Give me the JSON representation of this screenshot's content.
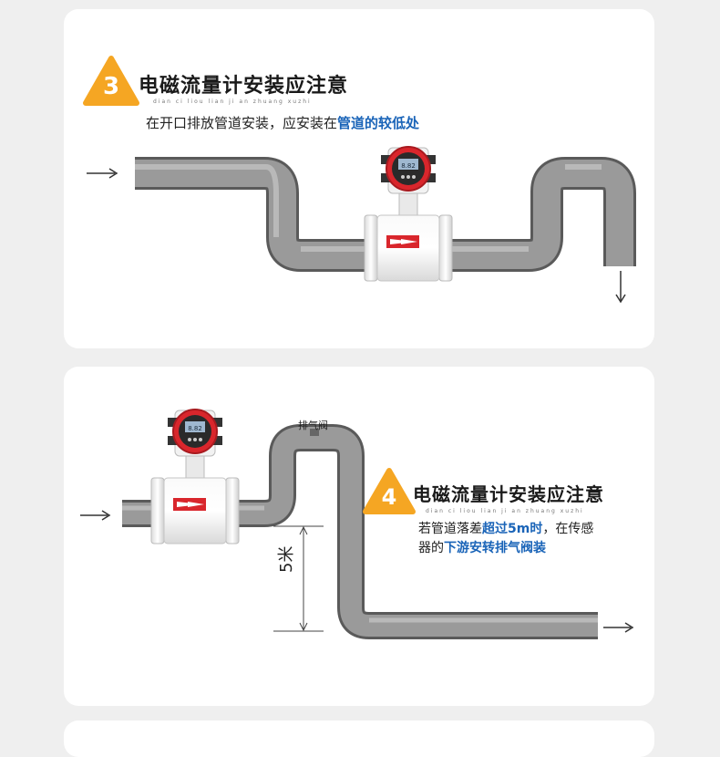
{
  "section3": {
    "badge": "3",
    "title": "电磁流量计安装应注意",
    "pinyin": "dian ci liou lian ji an zhuang xuzhi",
    "note_plain": "在开口排放管道安装，应安装在",
    "note_highlight": "管道的较低处"
  },
  "section4": {
    "badge": "4",
    "title": "电磁流量计安装应注意",
    "pinyin": "dian ci liou lian ji an zhuang xuzhi",
    "note_line1_plain": "若管道落差",
    "note_line1_highlight": "超过5m时",
    "note_line1_tail": "，在传感",
    "note_line2_plain": "器的",
    "note_line2_highlight": "下游安转排气阀装",
    "vent_label": "排气阀",
    "drop_label": "5米"
  },
  "display_reading": "8.82",
  "colors": {
    "badge": "#f5a623",
    "highlight": "#1a64b8",
    "pipe": "#8c8c8c",
    "meter_red": "#d9262c"
  },
  "icons": [
    "flow-arrow-icon",
    "meter-body-arrow-icon"
  ]
}
